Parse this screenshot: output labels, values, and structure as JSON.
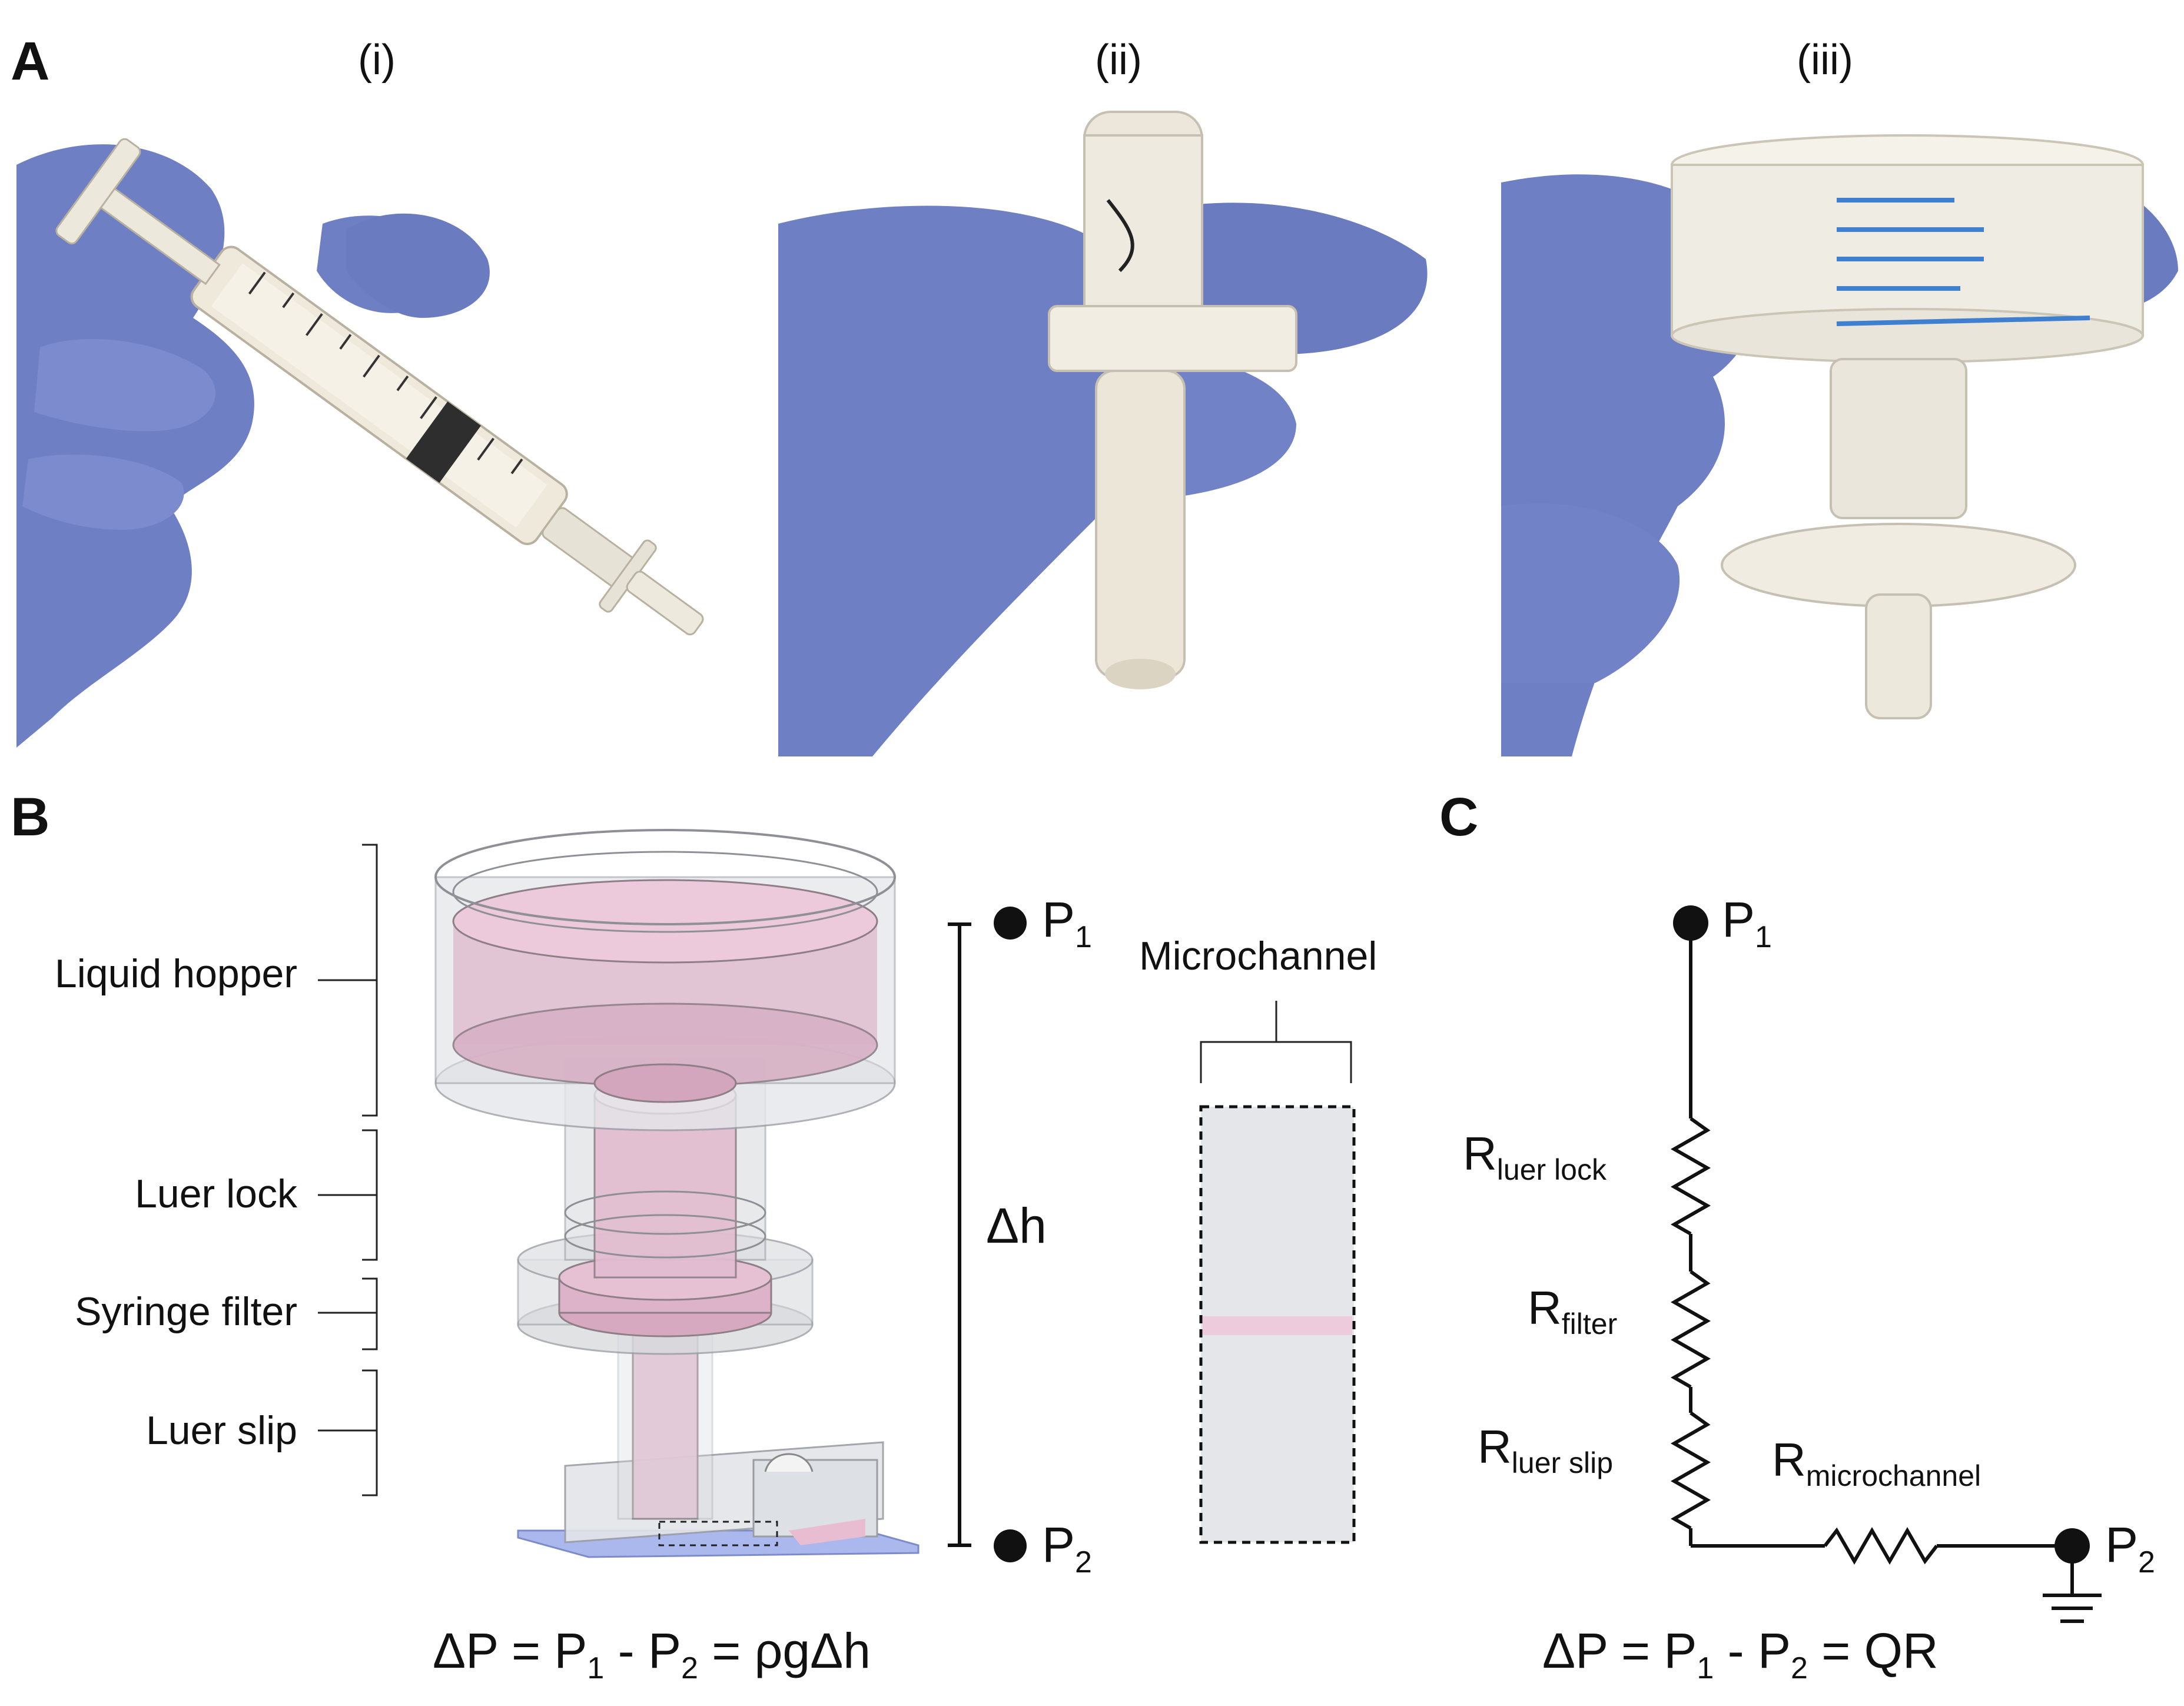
{
  "figure": {
    "panels": {
      "A": {
        "letter": "A",
        "sub_labels": [
          "(i)",
          "(ii)",
          "(iii)"
        ]
      },
      "B": {
        "letter": "B",
        "parts": [
          "Liquid hopper",
          "Luer lock",
          "Syringe filter",
          "Luer slip"
        ],
        "node_top": {
          "base": "P",
          "sub": "1"
        },
        "node_bottom": {
          "base": "P",
          "sub": "2"
        },
        "height_label": "Δh",
        "microchannel_label": "Microchannel",
        "equation": {
          "lhs": "ΔP = P",
          "s1": "1",
          "mid": " - P",
          "s2": "2",
          "rhs": " = ρgΔh"
        }
      },
      "C": {
        "letter": "C",
        "node_top": {
          "base": "P",
          "sub": "1"
        },
        "node_bottom": {
          "base": "P",
          "sub": "2"
        },
        "resistors": [
          {
            "base": "R",
            "sub": "luer lock"
          },
          {
            "base": "R",
            "sub": "filter"
          },
          {
            "base": "R",
            "sub": "luer slip"
          },
          {
            "base": "R",
            "sub": "microchannel"
          }
        ],
        "equation": {
          "lhs": "ΔP = P",
          "s1": "1",
          "mid": " - P",
          "s2": "2",
          "rhs": " = QR"
        }
      }
    },
    "colors": {
      "glove": "#6f7fc4",
      "fluid": "#e8c6d8",
      "device": "#d7dadd",
      "channel": "#e4e6ea",
      "glass_slide": "#aab8ee"
    }
  }
}
